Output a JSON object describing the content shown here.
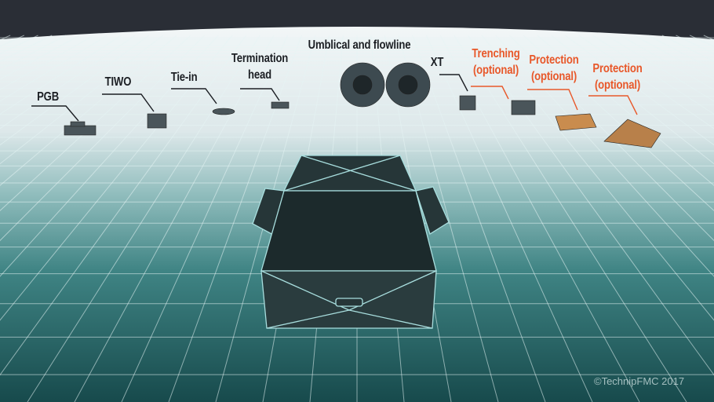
{
  "labels": {
    "pgb": "PGB",
    "tiwo": "TIWO",
    "tie_in": "Tie-in",
    "termination_head": [
      "Termination",
      "head"
    ],
    "umbilical": "Umblical and flowline",
    "xt": "XT",
    "trenching": [
      "Trenching",
      "(optional)"
    ],
    "protection_1": [
      "Protection",
      "(optional)"
    ],
    "protection_2": [
      "Protection",
      "(optional)"
    ]
  },
  "copyright": "©TechnipFMC 2017",
  "colors": {
    "sky": "#2a2e36",
    "horizon": "#eef3f4",
    "seabed": "#1d5c5c",
    "grid": "#e6f4f4",
    "box": "#263638",
    "box_edge": "#a8dede",
    "optional_label": "#e8582a",
    "label": "#1c1f24"
  }
}
